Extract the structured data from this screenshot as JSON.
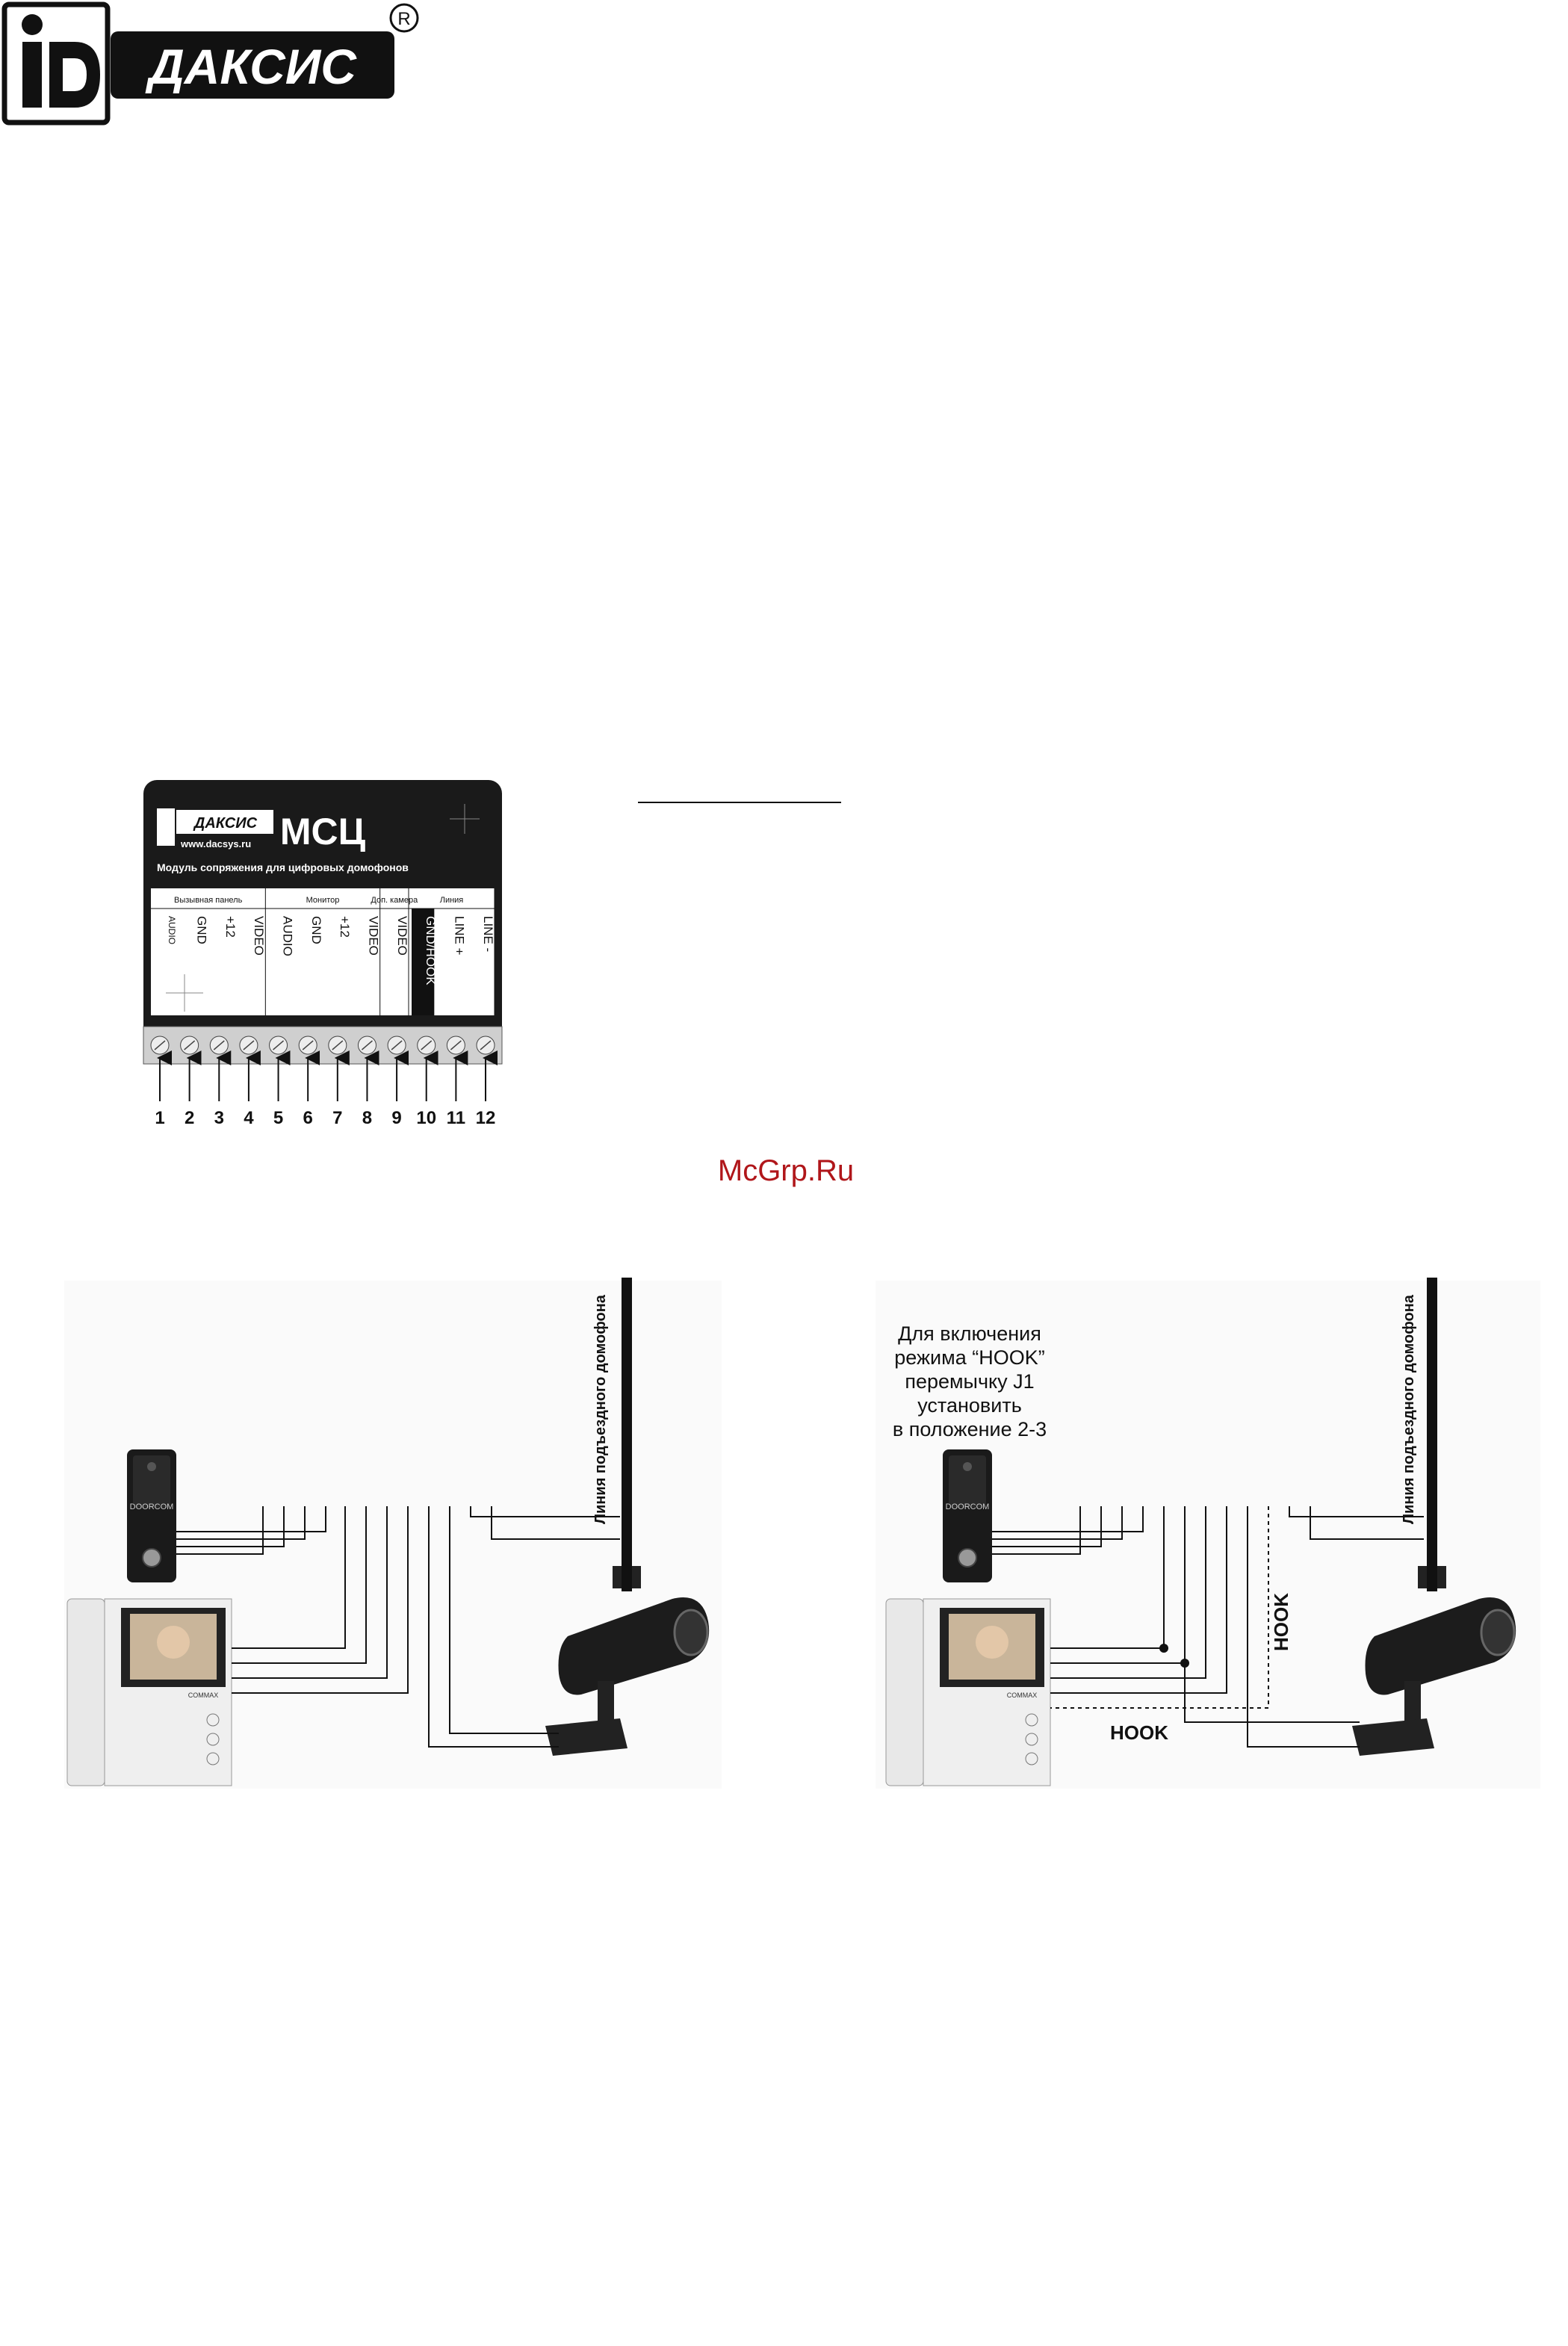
{
  "brand": {
    "name": "ДАКСИС",
    "registered": "R"
  },
  "device": {
    "title": "МСЦ",
    "site": "www.dacsys.ru",
    "subtitle": "Модуль сопряжения для цифровых домофонов",
    "groups": [
      "Вызывная панель",
      "Монитор",
      "Доп. камера",
      "Линия"
    ],
    "terminals": [
      "AUDIO",
      "GND",
      "+12",
      "VIDEO",
      "AUDIO",
      "GND",
      "+12",
      "VIDEO",
      "VIDEO",
      "GND/HOOK",
      "LINE +",
      "LINE -"
    ],
    "numbers": [
      "1",
      "2",
      "3",
      "4",
      "5",
      "6",
      "7",
      "8",
      "9",
      "10",
      "11",
      "12"
    ]
  },
  "watermark": "McGrp.Ru",
  "line_label": "Линия подъездного домофона",
  "panel_label": "DOORCOM",
  "monitor_brand": "COMMAX",
  "hook_note": [
    "Для включения",
    "режима “HOOK”",
    "перемычку J1",
    "установить",
    "в положение 2-3"
  ],
  "hook_label": "HOOK"
}
